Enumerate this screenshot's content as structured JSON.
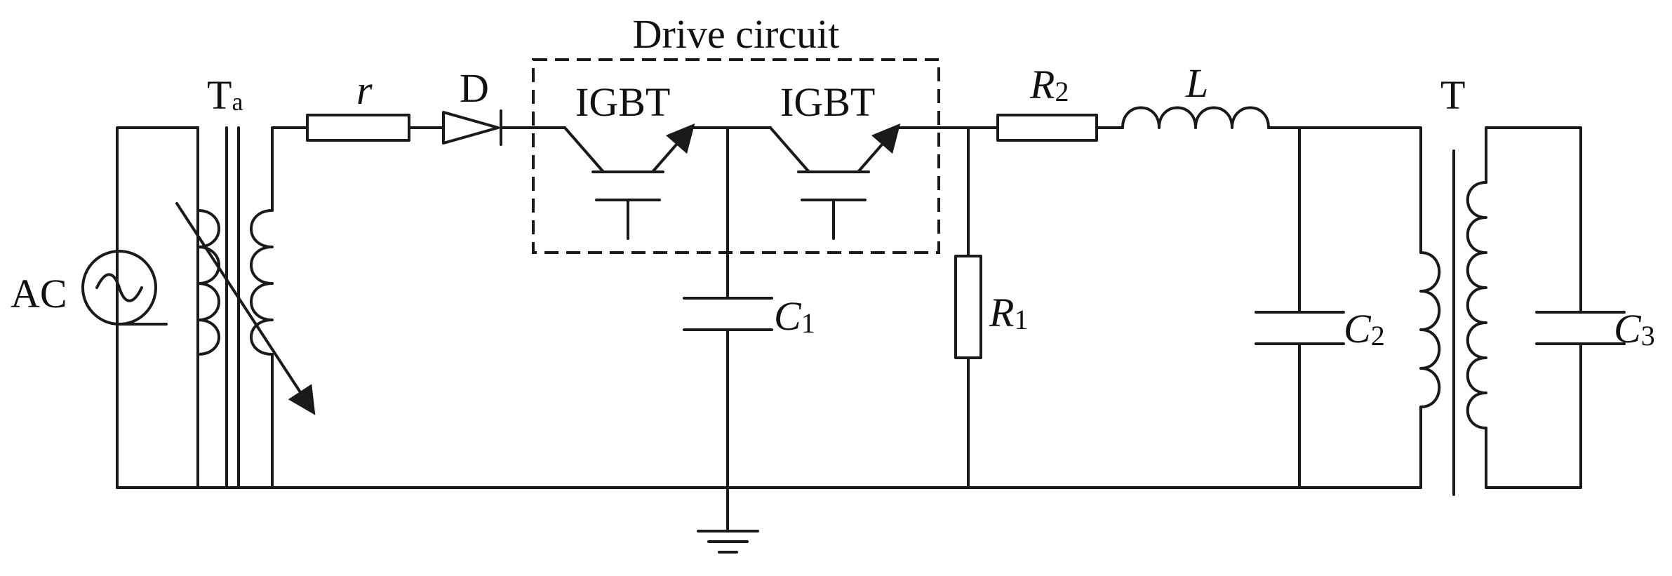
{
  "labels": {
    "drive_circuit": "Drive circuit",
    "ac": "AC",
    "ta": "T",
    "ta_sub": "a",
    "r": "r",
    "d": "D",
    "igbt1": "IGBT",
    "igbt2": "IGBT",
    "c1": "C",
    "c1_sub": "1",
    "r1": "R",
    "r1_sub": "1",
    "r2": "R",
    "r2_sub": "2",
    "l": "L",
    "c2": "C",
    "c2_sub": "2",
    "t": "T",
    "c3": "C",
    "c3_sub": "3"
  },
  "colors": {
    "ink": "#1a1a1a",
    "background": "#ffffff"
  }
}
